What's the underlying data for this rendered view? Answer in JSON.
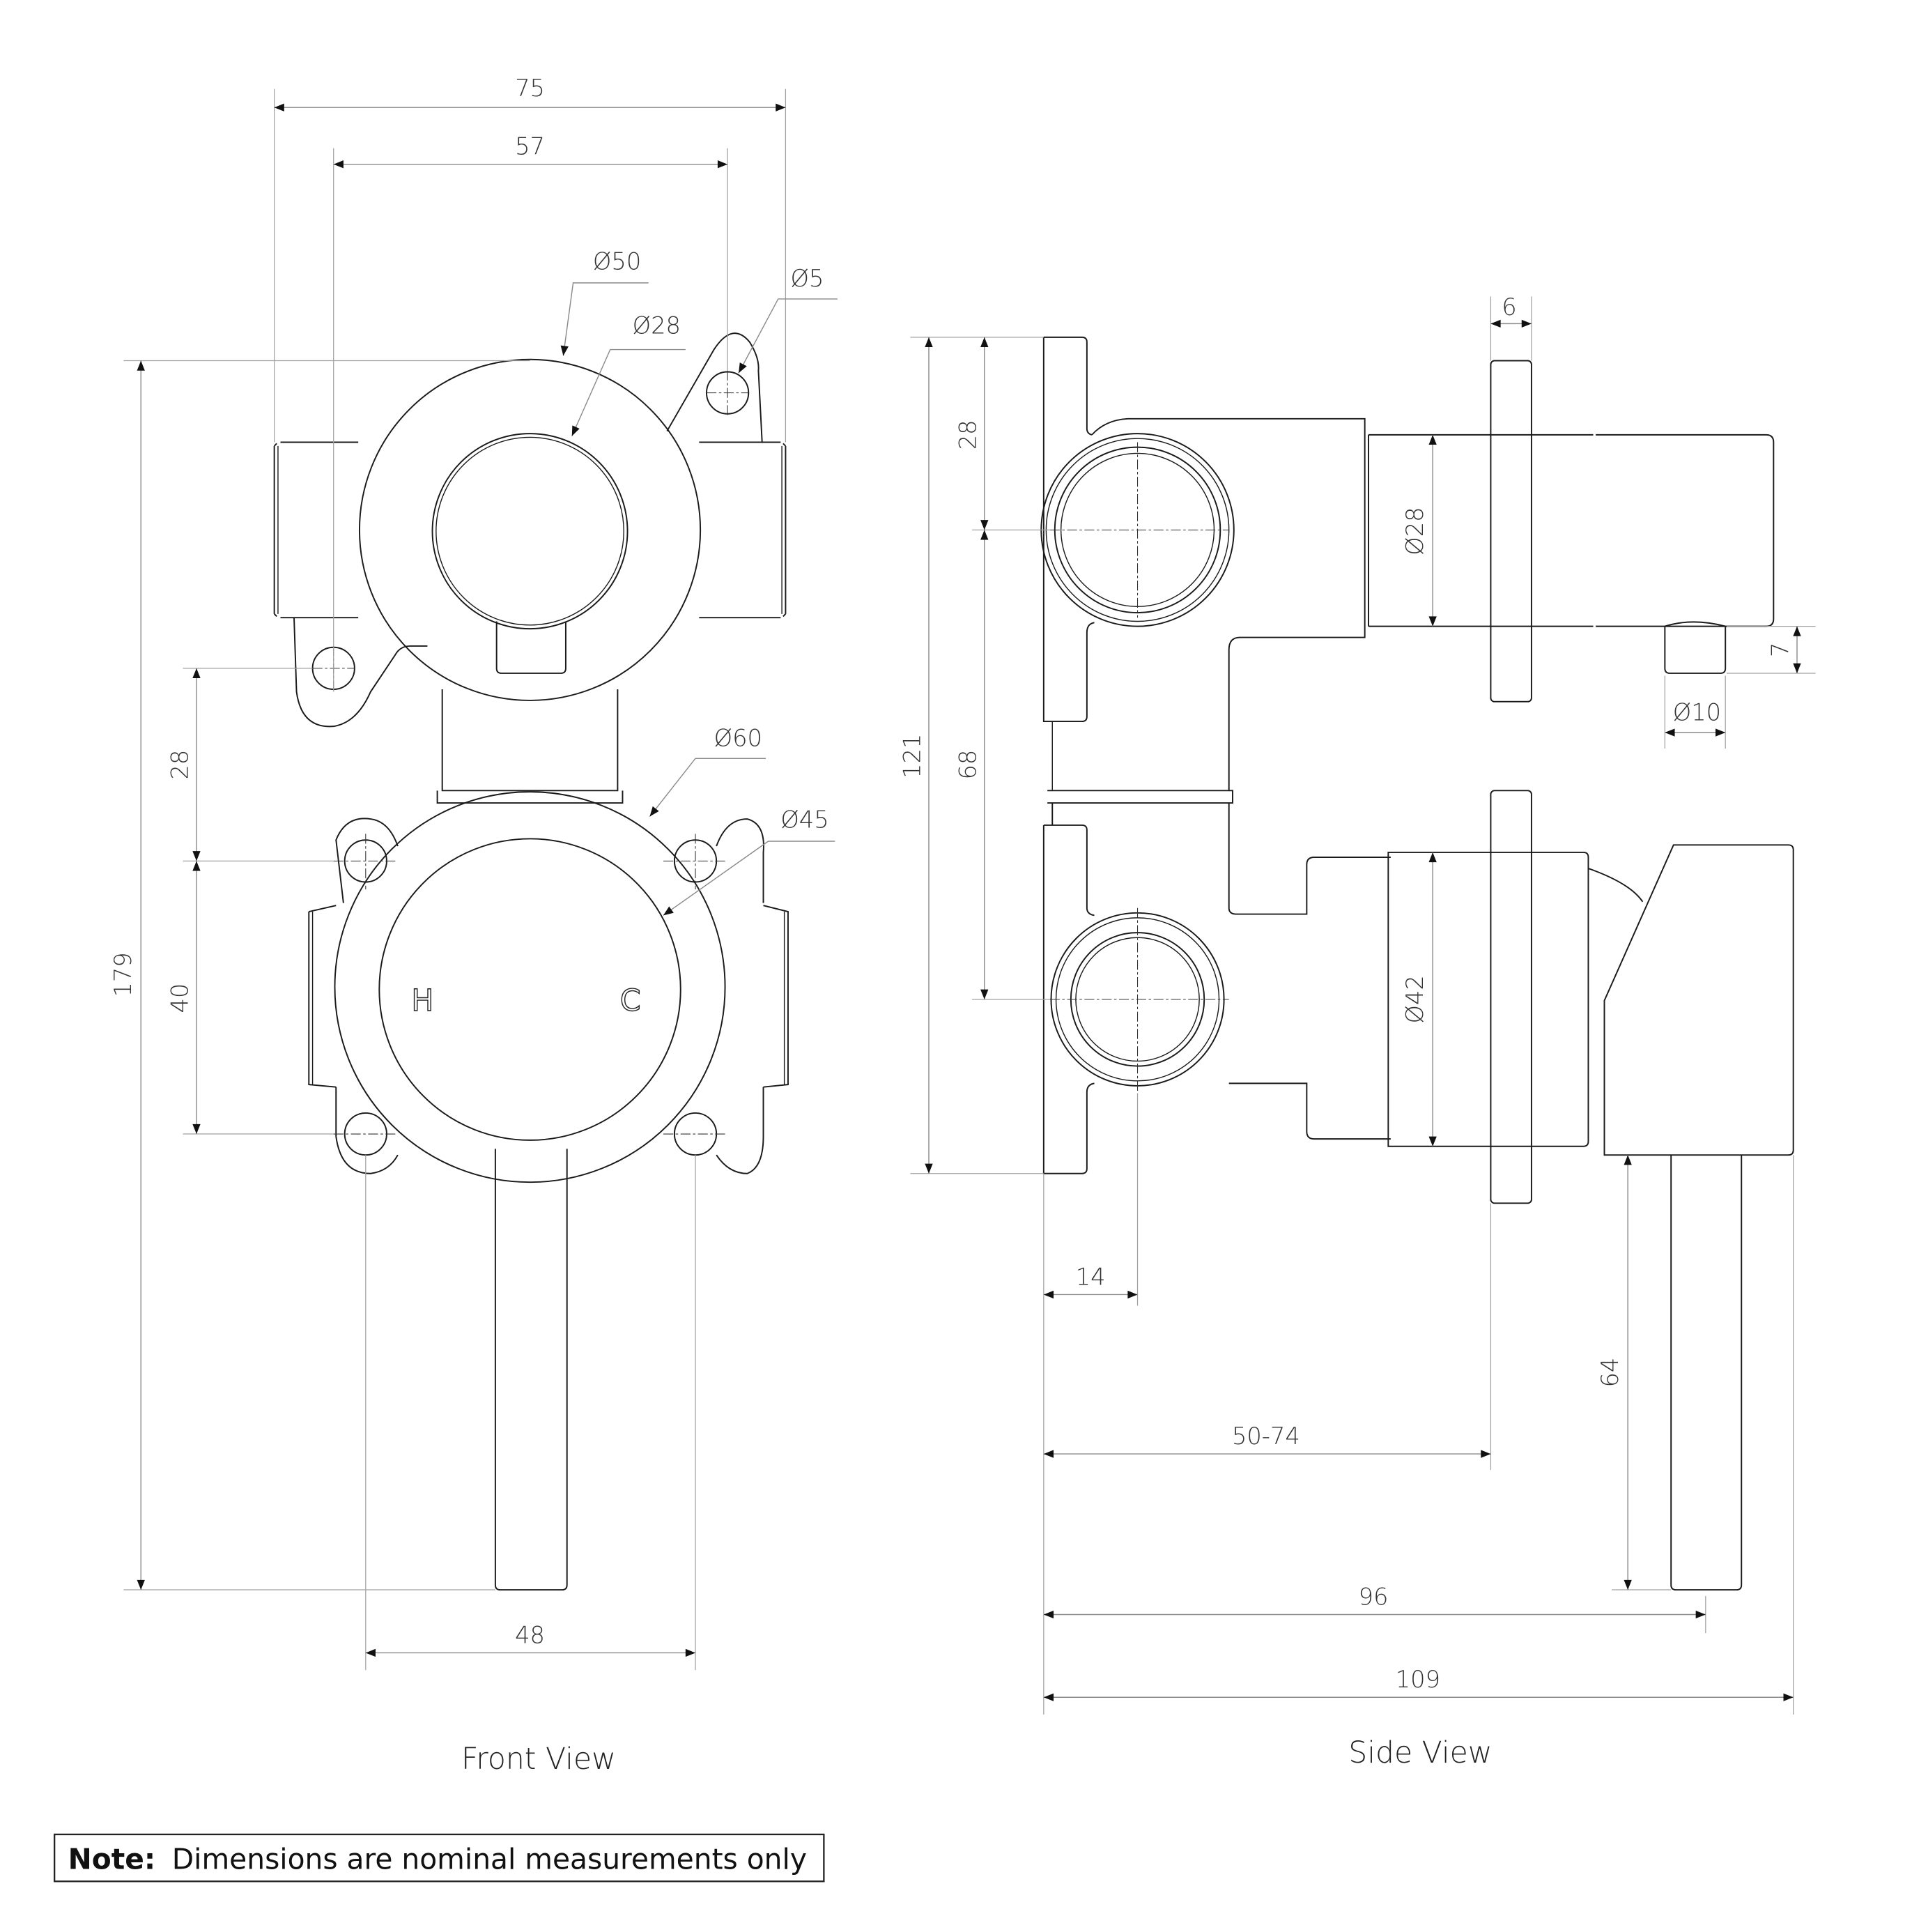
{
  "drawing": {
    "views": {
      "front": {
        "title": "Front View",
        "dimensions": {
          "overall_width": "75",
          "hole_spacing_top": "57",
          "outer_dia": "Ø50",
          "inner_dia": "Ø28",
          "hole_dia": "Ø5",
          "plate_dia": "Ø60",
          "cover_dia": "Ø45",
          "overall_height": "179",
          "lug_offset": "28",
          "hole_spacing_vertical": "40",
          "hole_spacing_bottom": "48"
        },
        "markings": {
          "hot": "H",
          "cold": "C"
        }
      },
      "side": {
        "title": "Side View",
        "dimensions": {
          "flange_thickness": "6",
          "upper_dia": "Ø28",
          "spout_height": "7",
          "spout_dia": "Ø10",
          "inlet_offset_top": "28",
          "overall_height": "121",
          "inlet_spacing": "68",
          "lower_dia": "Ø42",
          "inlet_depth": "14",
          "wall_depth_range": "50-74",
          "lever_length": "64",
          "lever_reach": "96",
          "overall_depth": "109"
        }
      }
    },
    "note": {
      "label": "Note:",
      "text": "Dimensions are nominal measurements only"
    }
  }
}
